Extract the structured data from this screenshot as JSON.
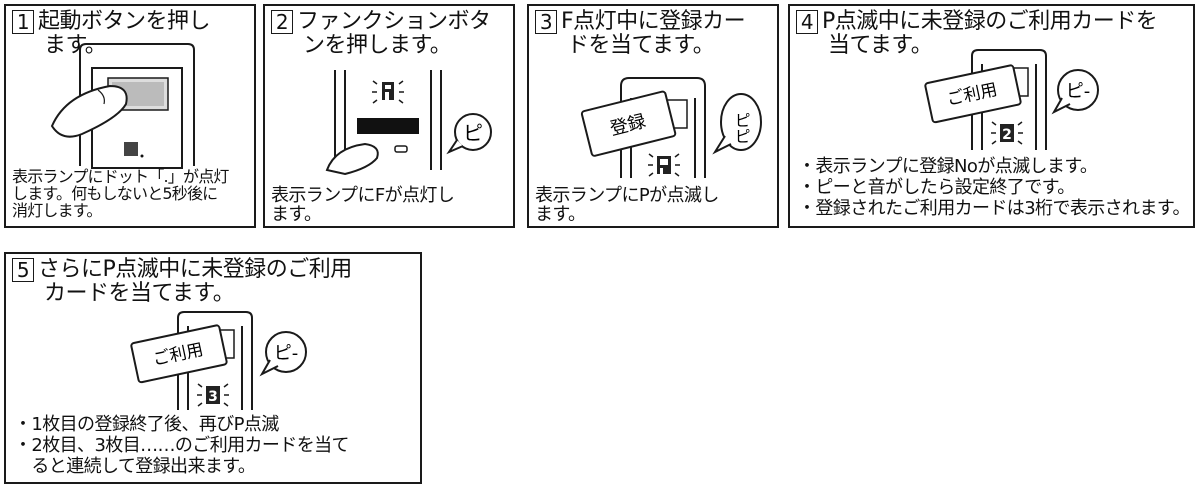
{
  "panels": [
    {
      "number": "1",
      "title_line1": "起動ボタンを押し",
      "title_line2": "ます。",
      "caption_lines": [
        "表示ランプにドット「.」が点灯",
        "します。何もしないと5秒後に",
        "消灯します。"
      ]
    },
    {
      "number": "2",
      "title_line1": "ファンクションボタ",
      "title_line2": "ンを押します。",
      "sound": "ピ",
      "caption_lines": [
        "表示ランプにFが点灯し",
        "ます。"
      ]
    },
    {
      "number": "3",
      "title_line1": "F点灯中に登録カー",
      "title_line2": "ドを当てます。",
      "card_label": "登録",
      "sound": "ピピ",
      "display_char": "P",
      "caption_lines": [
        "表示ランプにPが点滅し",
        "ます。"
      ]
    },
    {
      "number": "4",
      "title_line1": "P点滅中に未登録のご利用カードを",
      "title_line2": "当てます。",
      "card_label": "ご利用",
      "sound": "ピ-",
      "display_char": "2",
      "bullets": [
        "・表示ランプに登録Noが点滅します。",
        "・ピーと音がしたら設定終了です。",
        "・登録されたご利用カードは3桁で表示されます。"
      ]
    },
    {
      "number": "5",
      "title_line1": "さらにP点滅中に未登録のご利用",
      "title_line2": "カードを当てます。",
      "card_label": "ご利用",
      "sound": "ピ-",
      "display_char": "3",
      "bullets": [
        "・1枚目の登録終了後、再びP点滅",
        "・2枚目、3枚目……のご利用カードを当て",
        "　ると連続して登録出来ます。"
      ]
    }
  ]
}
